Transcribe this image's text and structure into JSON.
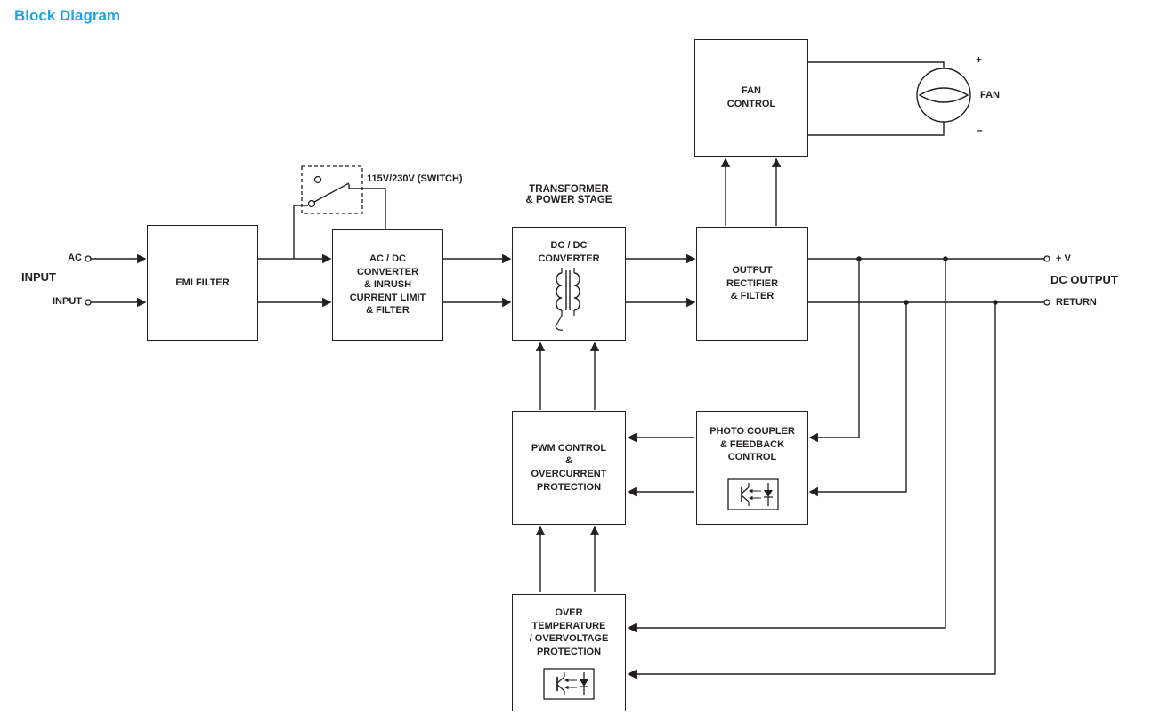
{
  "title": "Block Diagram",
  "colors": {
    "accent": "#23a3de",
    "ink": "#231f20"
  },
  "blocks": {
    "emi_filter": "EMI FILTER",
    "ac_dc_converter": "AC / DC\nCONVERTER\n& INRUSH\nCURRENT LIMIT\n& FILTER",
    "dc_dc_converter": "DC / DC\nCONVERTER",
    "output_rectifier": "OUTPUT\nRECTIFIER\n& FILTER",
    "fan_control": "FAN\nCONTROL",
    "pwm_control": "PWM CONTROL\n&\nOVERCURRENT\nPROTECTION",
    "photo_coupler": "PHOTO COUPLER\n& FEEDBACK\nCONTROL",
    "over_temp": "OVER\nTEMPERATURE\n/ OVERVOLTAGE\nPROTECTION"
  },
  "annotations": {
    "transformer_stage": "TRANSFORMER\n& POWER STAGE",
    "switch": "115V/230V (SWITCH)"
  },
  "io": {
    "ac": "AC",
    "input_title": "INPUT",
    "input": "INPUT",
    "plus_v": "+ V",
    "dc_output_title": "DC OUTPUT",
    "return": "RETURN"
  },
  "fan": {
    "plus": "+",
    "label": "FAN",
    "minus": "–"
  }
}
